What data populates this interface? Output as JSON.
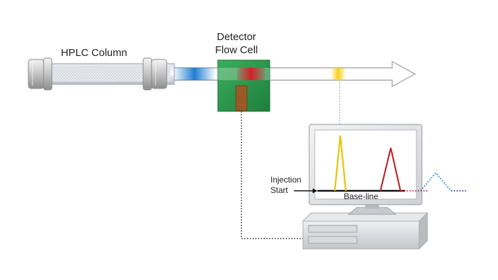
{
  "labels": {
    "column": "HPLC Column",
    "detector_line1": "Detector",
    "detector_line2": "Flow Cell",
    "injection_line1": "Injection",
    "injection_line2": "Start",
    "baseline": "Base-line"
  },
  "colors": {
    "column_body": "#c9c9c9",
    "column_packing": "#e6eaee",
    "flow_cell": "#2d9b4f",
    "band_blue": "#1f7fd4",
    "band_red": "#d21f2a",
    "band_yellow": "#f6d21a",
    "signal_brown": "#9a5a28",
    "peak_yellow": "#e8c400",
    "peak_red": "#c0262d",
    "peak_blue": "#2a8ad0",
    "baseline": "#111111",
    "monitor_frame": "#e2e3e5"
  },
  "icons": {
    "flow": "flow-arrow-icon",
    "computer": "computer-icon",
    "monitor": "monitor-icon"
  }
}
